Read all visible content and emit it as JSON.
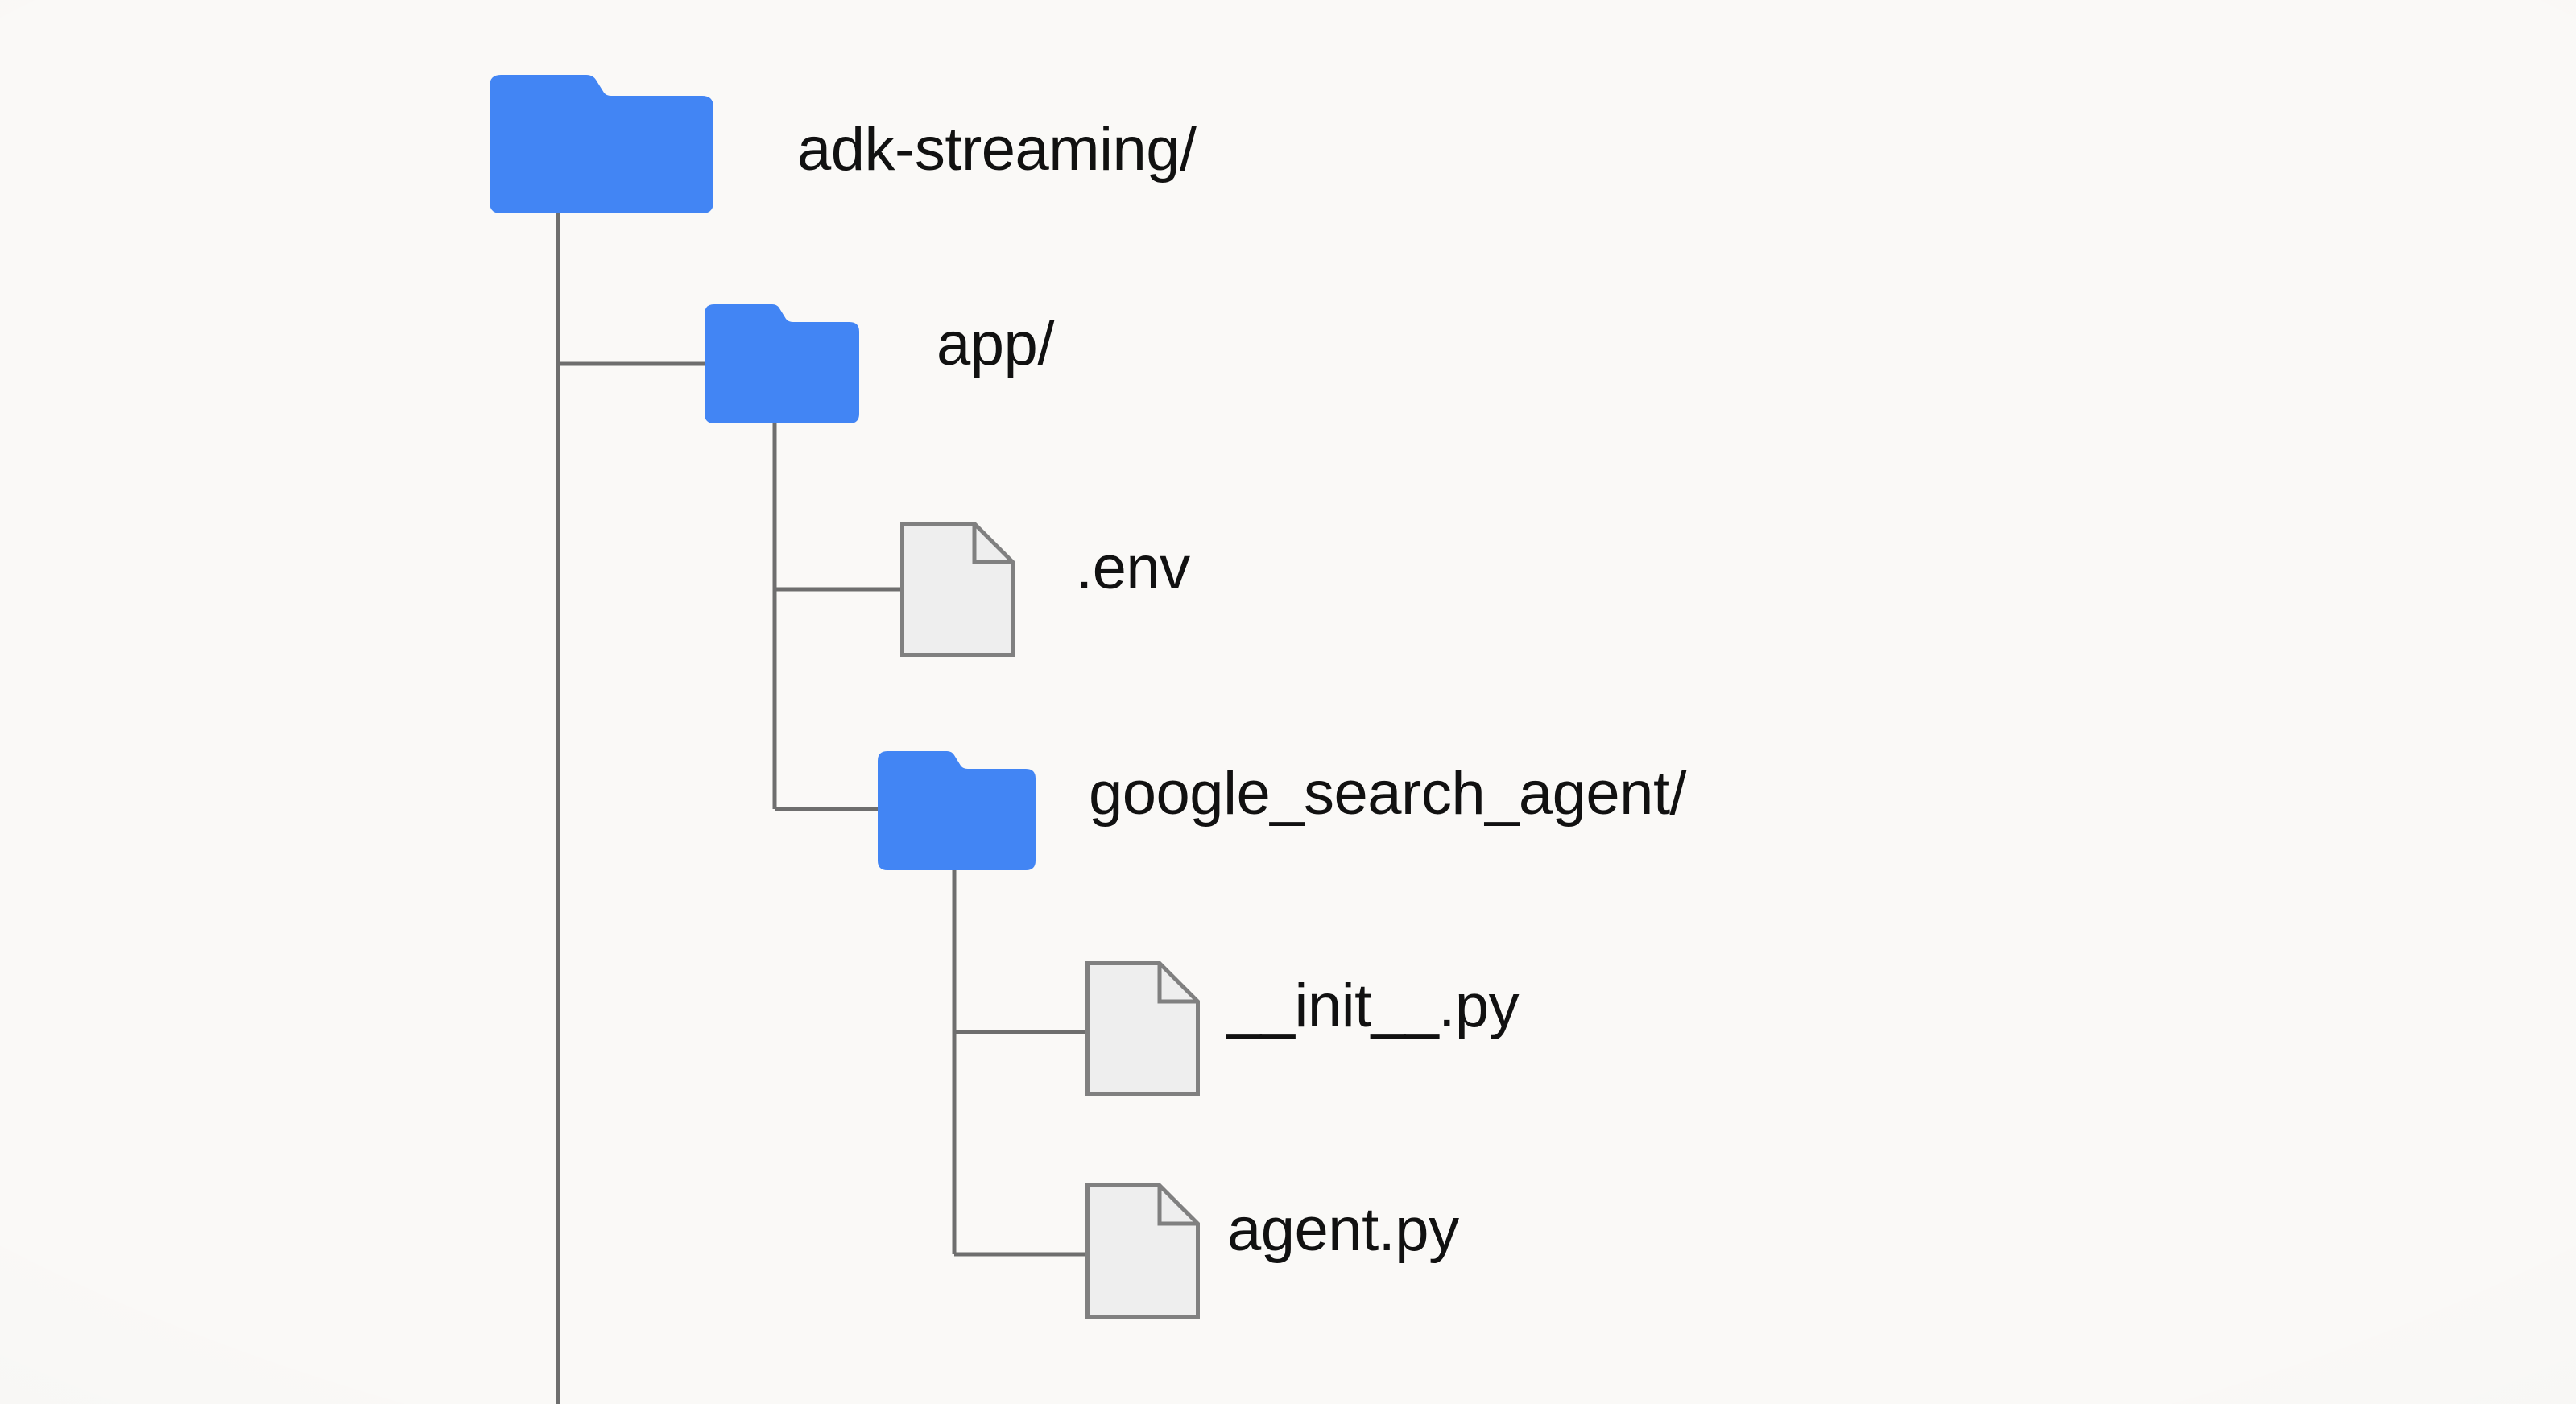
{
  "diagram": {
    "type": "directory-tree",
    "title": "adk-streaming project structure",
    "background_color": "#faf9f7",
    "folder_color": "#4285f4",
    "file_fill_color": "#eeeeee",
    "file_stroke_color": "#808080",
    "connector_color": "#6e6e6e",
    "text_color": "#111111"
  },
  "nodes": [
    {
      "id": "root",
      "label": "adk-streaming/",
      "kind": "folder",
      "depth": 0,
      "icon": "folder-icon"
    },
    {
      "id": "app",
      "label": "app/",
      "kind": "folder",
      "depth": 1,
      "icon": "folder-icon"
    },
    {
      "id": "env",
      "label": ".env",
      "kind": "file",
      "depth": 2,
      "icon": "file-icon"
    },
    {
      "id": "google_search_agent",
      "label": "google_search_agent/",
      "kind": "folder",
      "depth": 2,
      "icon": "folder-icon"
    },
    {
      "id": "init_py",
      "label": "__init__.py",
      "kind": "file",
      "depth": 3,
      "icon": "file-icon"
    },
    {
      "id": "agent_py",
      "label": "agent.py",
      "kind": "file",
      "depth": 3,
      "icon": "file-icon"
    }
  ]
}
